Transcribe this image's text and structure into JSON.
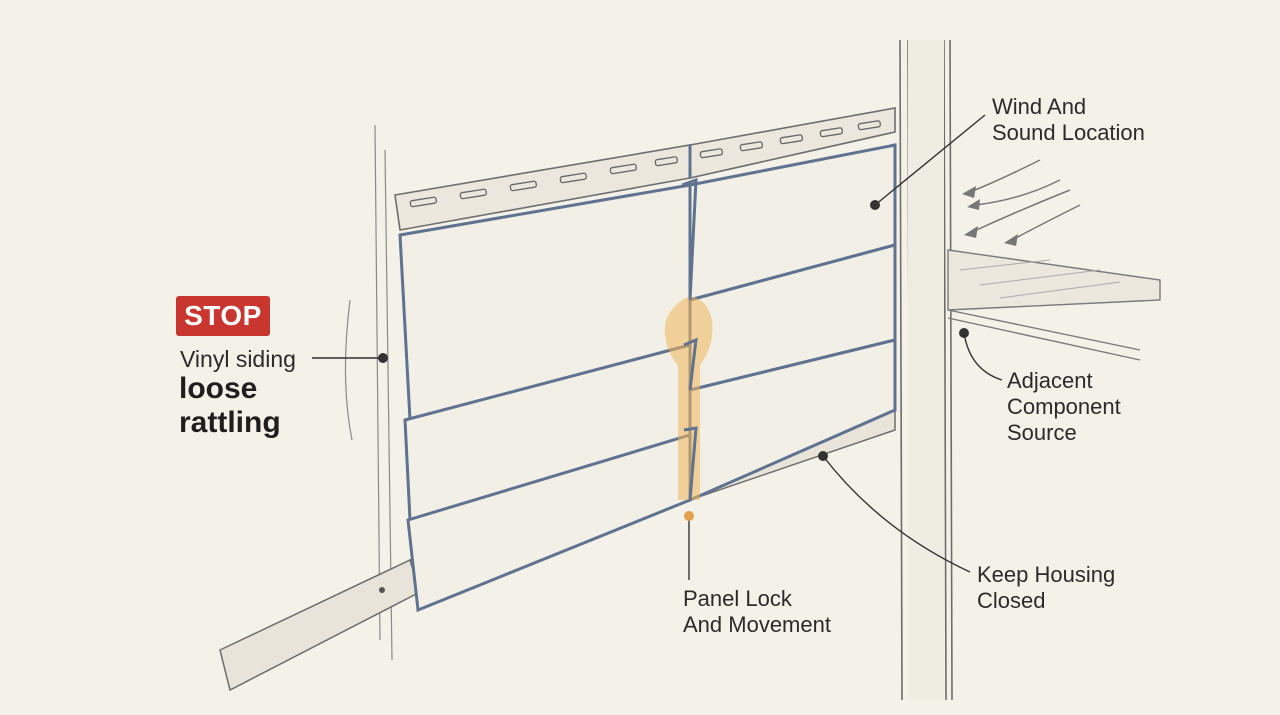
{
  "warning": {
    "badge": "STOP",
    "subject": "Vinyl siding",
    "issue_line1": "loose",
    "issue_line2": "rattling"
  },
  "callouts": {
    "wind_sound": "Wind And\nSound Location",
    "adjacent_component": "Adjacent\nComponent\nSource",
    "keep_housing": "Keep Housing\nClosed",
    "panel_lock": "Panel Lock\nAnd Movement"
  },
  "colors": {
    "background": "#f4f1e8",
    "stop_red": "#c8362f",
    "panel_edge_blue": "#5f7390",
    "highlight_orange": "#f0b45a",
    "ink": "#2b2b2b"
  }
}
